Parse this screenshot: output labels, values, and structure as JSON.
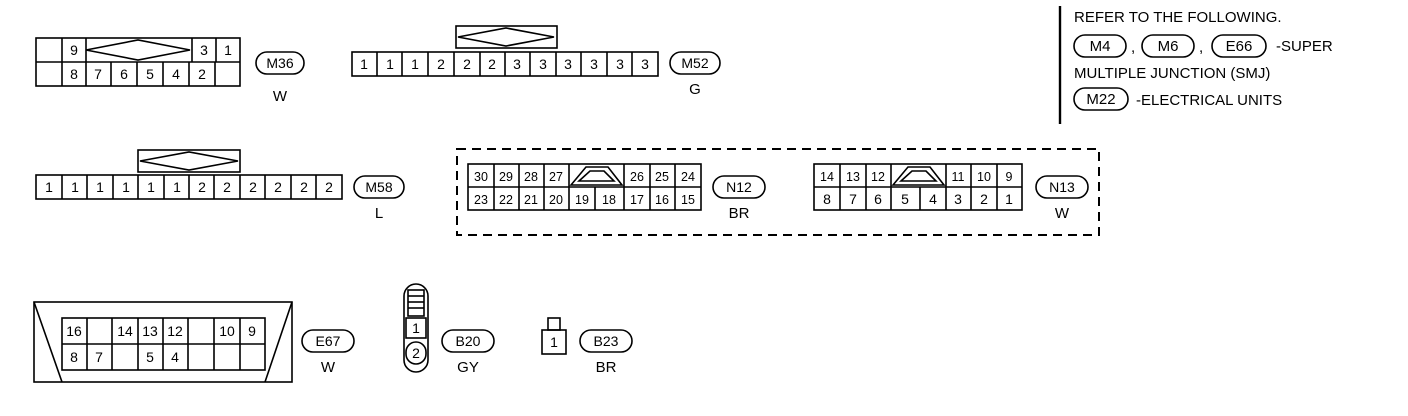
{
  "connectors": {
    "M36": {
      "id": "M36",
      "color": "W",
      "top_row": [
        "",
        "9",
        "",
        "",
        "",
        "3",
        "1"
      ],
      "bottom_row": [
        "",
        "8",
        "7",
        "6",
        "5",
        "4",
        "2"
      ]
    },
    "M52": {
      "id": "M52",
      "color": "G",
      "pins": [
        "1",
        "1",
        "1",
        "2",
        "2",
        "2",
        "3",
        "3",
        "3",
        "3",
        "3",
        "3"
      ]
    },
    "M58": {
      "id": "M58",
      "color": "L",
      "pins": [
        "1",
        "1",
        "1",
        "1",
        "1",
        "1",
        "2",
        "2",
        "2",
        "2",
        "2",
        "2"
      ]
    },
    "N12": {
      "id": "N12",
      "color": "BR",
      "top_left": [
        "30",
        "29",
        "28",
        "27"
      ],
      "top_right": [
        "26",
        "25",
        "24"
      ],
      "bottom_row": [
        "23",
        "22",
        "21",
        "20",
        "19",
        "18",
        "17",
        "16",
        "15"
      ]
    },
    "N13": {
      "id": "N13",
      "color": "W",
      "top_left": [
        "14",
        "13",
        "12"
      ],
      "top_right": [
        "11",
        "10",
        "9"
      ],
      "bottom_row": [
        "8",
        "7",
        "6",
        "5",
        "4",
        "3",
        "2",
        "1"
      ]
    },
    "E67": {
      "id": "E67",
      "color": "W",
      "top_row": [
        "16",
        "",
        "14",
        "13",
        "12",
        "",
        "10",
        "9"
      ],
      "bottom_row": [
        "8",
        "7",
        "",
        "5",
        "4",
        "",
        "",
        ""
      ]
    },
    "B20": {
      "id": "B20",
      "color": "GY",
      "pins": [
        "1",
        "2"
      ]
    },
    "B23": {
      "id": "B23",
      "color": "BR",
      "pins": [
        "1"
      ]
    }
  },
  "reference": {
    "line1": "REFER TO THE FOLLOWING.",
    "chip_m4": "M4",
    "chip_m6": "M6",
    "chip_e66": "E66",
    "sep1": ",",
    "sep2": ",",
    "super_text": "-SUPER",
    "line3": "MULTIPLE JUNCTION (SMJ)",
    "chip_m22": "M22",
    "electrical_text": "-ELECTRICAL UNITS"
  }
}
